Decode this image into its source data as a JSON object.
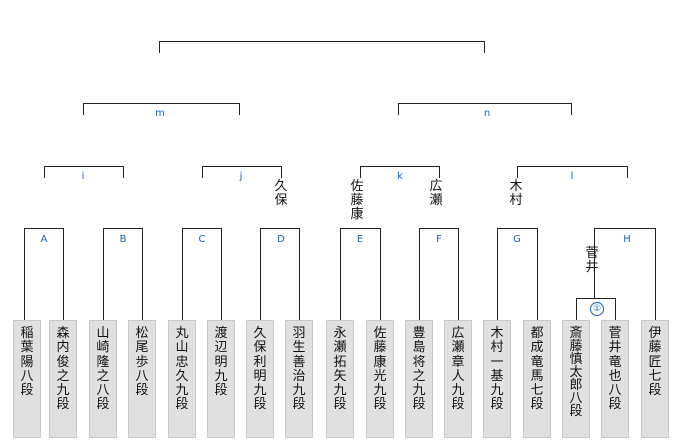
{
  "players": [
    {
      "name": "稲葉　陽八段"
    },
    {
      "name": "森内俊之九段"
    },
    {
      "name": "山崎隆之八段"
    },
    {
      "name": "松尾　歩八段"
    },
    {
      "name": "丸山忠久九段"
    },
    {
      "name": "渡辺　明九段"
    },
    {
      "name": "久保利明九段"
    },
    {
      "name": "羽生善治九段"
    },
    {
      "name": "永瀬拓矢九段"
    },
    {
      "name": "佐藤康光九段"
    },
    {
      "name": "豊島将之九段"
    },
    {
      "name": "広瀬章人九段"
    },
    {
      "name": "木村一基九段"
    },
    {
      "name": "都成竜馬七段"
    },
    {
      "name": "斎藤慎太郎八段"
    },
    {
      "name": "菅井竜也八段"
    },
    {
      "name": "伊藤　匠七段"
    }
  ],
  "preliminary_label": "①",
  "first_round_labels": [
    "A",
    "B",
    "C",
    "D",
    "E",
    "F",
    "G",
    "H"
  ],
  "second_round_labels": [
    "i",
    "j",
    "k",
    "l"
  ],
  "semifinal_labels": [
    "m",
    "n"
  ],
  "winners": {
    "preliminary": "菅井",
    "j": "久保",
    "k": "佐藤康",
    "k_right": "広瀬",
    "l": "木村"
  },
  "colors": {
    "match_label": "#1a5fb4",
    "line": "#222222",
    "player_box": "#e0e0e0"
  }
}
